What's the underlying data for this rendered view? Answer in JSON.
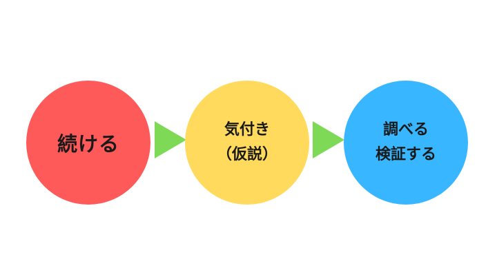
{
  "diagram": {
    "steps": [
      {
        "lines": [
          "続ける"
        ],
        "color": "#ff5a5a"
      },
      {
        "lines": [
          "気付き",
          "（仮説）"
        ],
        "color": "#ffda5c"
      },
      {
        "lines": [
          "調べる",
          "検証する"
        ],
        "color": "#38b6ff"
      }
    ],
    "arrow_color": "#7ed957"
  }
}
